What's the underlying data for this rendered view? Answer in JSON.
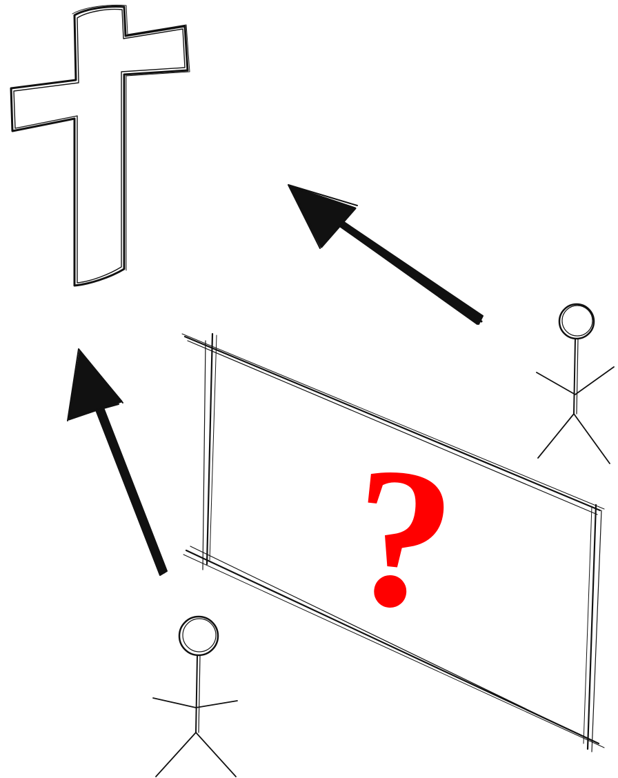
{
  "diagram": {
    "question_mark": "?",
    "colors": {
      "background": "#ffffff",
      "ink": "#111111",
      "accent": "#ff0000"
    },
    "elements": [
      {
        "name": "cross",
        "kind": "sketch"
      },
      {
        "name": "arrow-up-left",
        "kind": "arrow"
      },
      {
        "name": "arrow-up",
        "kind": "arrow"
      },
      {
        "name": "stick-figure-right",
        "kind": "person"
      },
      {
        "name": "stick-figure-bottom",
        "kind": "person"
      },
      {
        "name": "barrier-rectangle",
        "kind": "sketch"
      }
    ]
  }
}
